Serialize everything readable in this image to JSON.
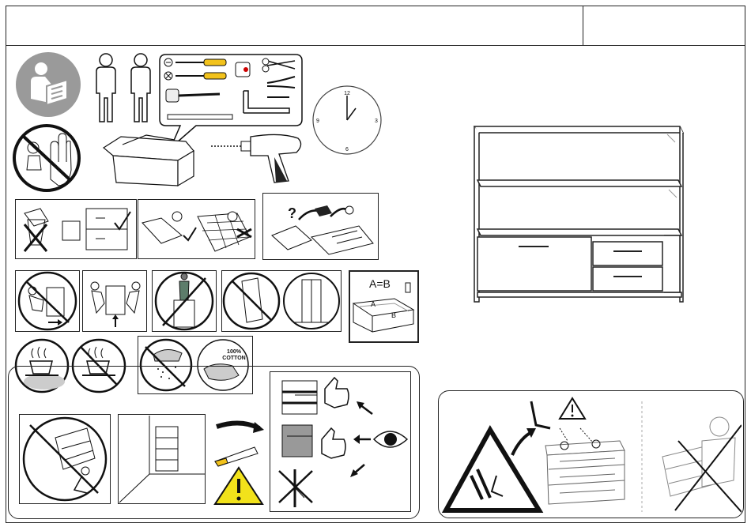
{
  "header": {
    "left_cell": "",
    "right_cell": ""
  },
  "clock": {
    "n12": "12",
    "n3": "3",
    "n6": "6",
    "n9": "9"
  },
  "aligned_box": {
    "equation": "A=B",
    "side_a": "A",
    "side_b": "B"
  },
  "cotton_badge": {
    "percent": "100%",
    "word": "COTTON"
  },
  "colors": {
    "warning_yellow": "#f2e21b",
    "icon_gray": "#9a9a9a",
    "line": "#222222"
  },
  "icons": [
    "read-manual-icon",
    "two-person-icon",
    "tools-icon",
    "toolbox-icon",
    "drill-icon",
    "clock-icon",
    "no-children-icon",
    "warning-triangle-icon",
    "eye-icon",
    "thumbs-up-icon"
  ]
}
